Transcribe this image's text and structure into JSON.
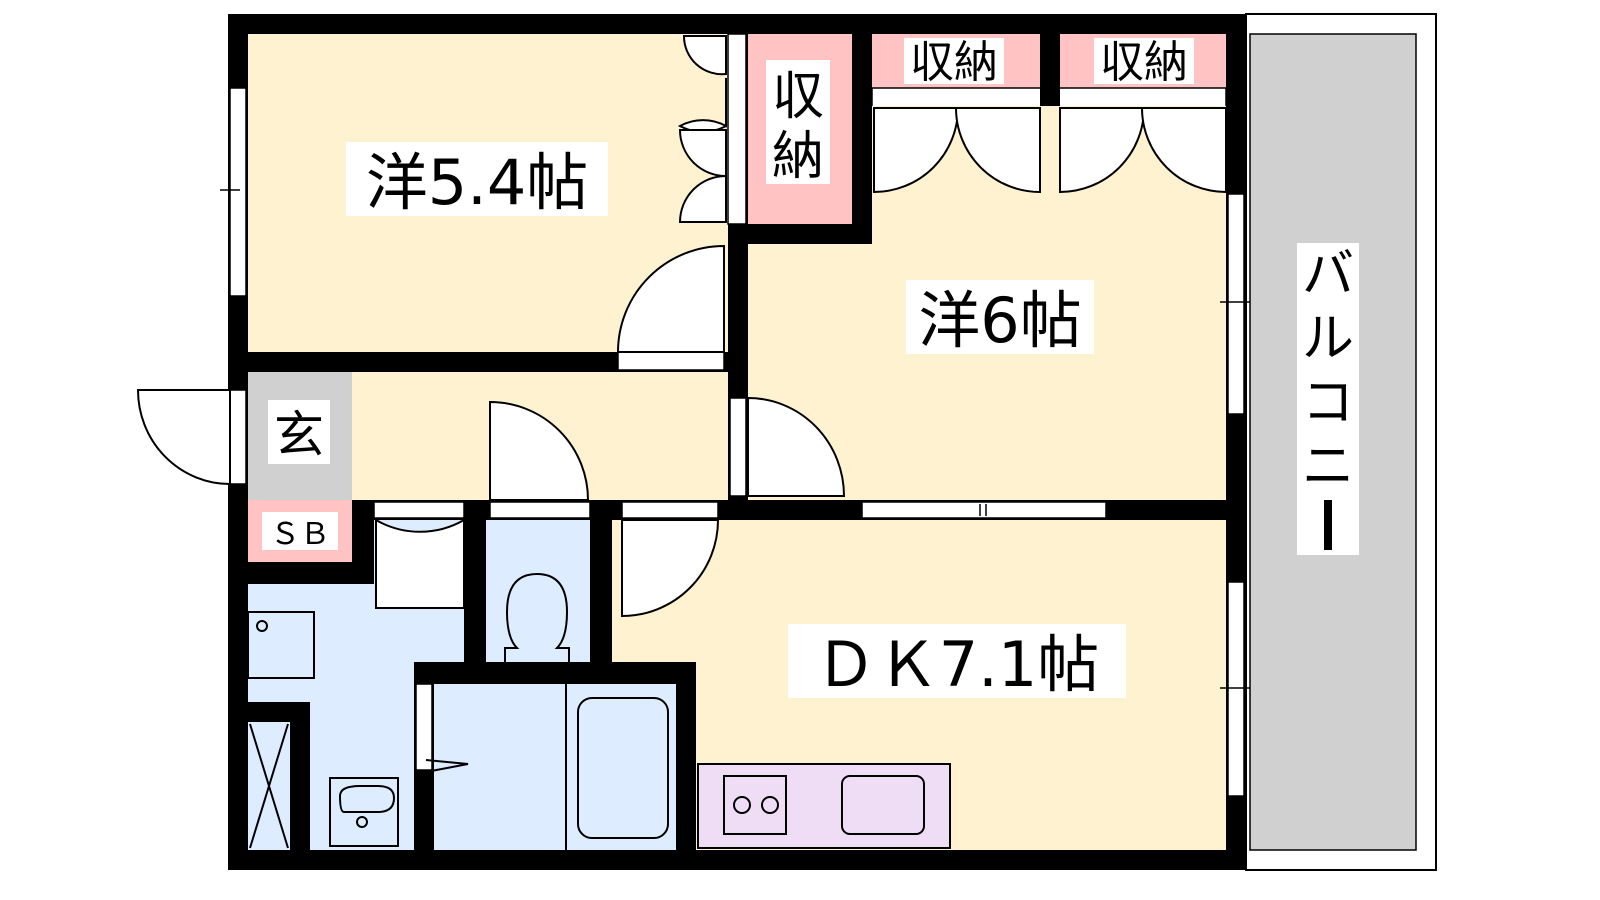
{
  "rooms": {
    "western_1": "洋5.4帖",
    "western_2": "洋6帖",
    "dk": "ＤＫ7.1帖",
    "entrance": "玄",
    "shoe_box": "ＳＢ",
    "closet_vertical": [
      "収",
      "納"
    ],
    "closet_top_1": "収納",
    "closet_top_2": "収納",
    "balcony": [
      "バ",
      "ル",
      "コ",
      "ニ",
      "ー"
    ]
  },
  "colors": {
    "wall": "#000000",
    "room": "#FFF2D0",
    "wet": "#DDEDFF",
    "storage": "#FFC3C3",
    "entrance": "#D0D0D0",
    "balcony": "#D0D0D0",
    "kitchen": "#EEDDF5"
  }
}
